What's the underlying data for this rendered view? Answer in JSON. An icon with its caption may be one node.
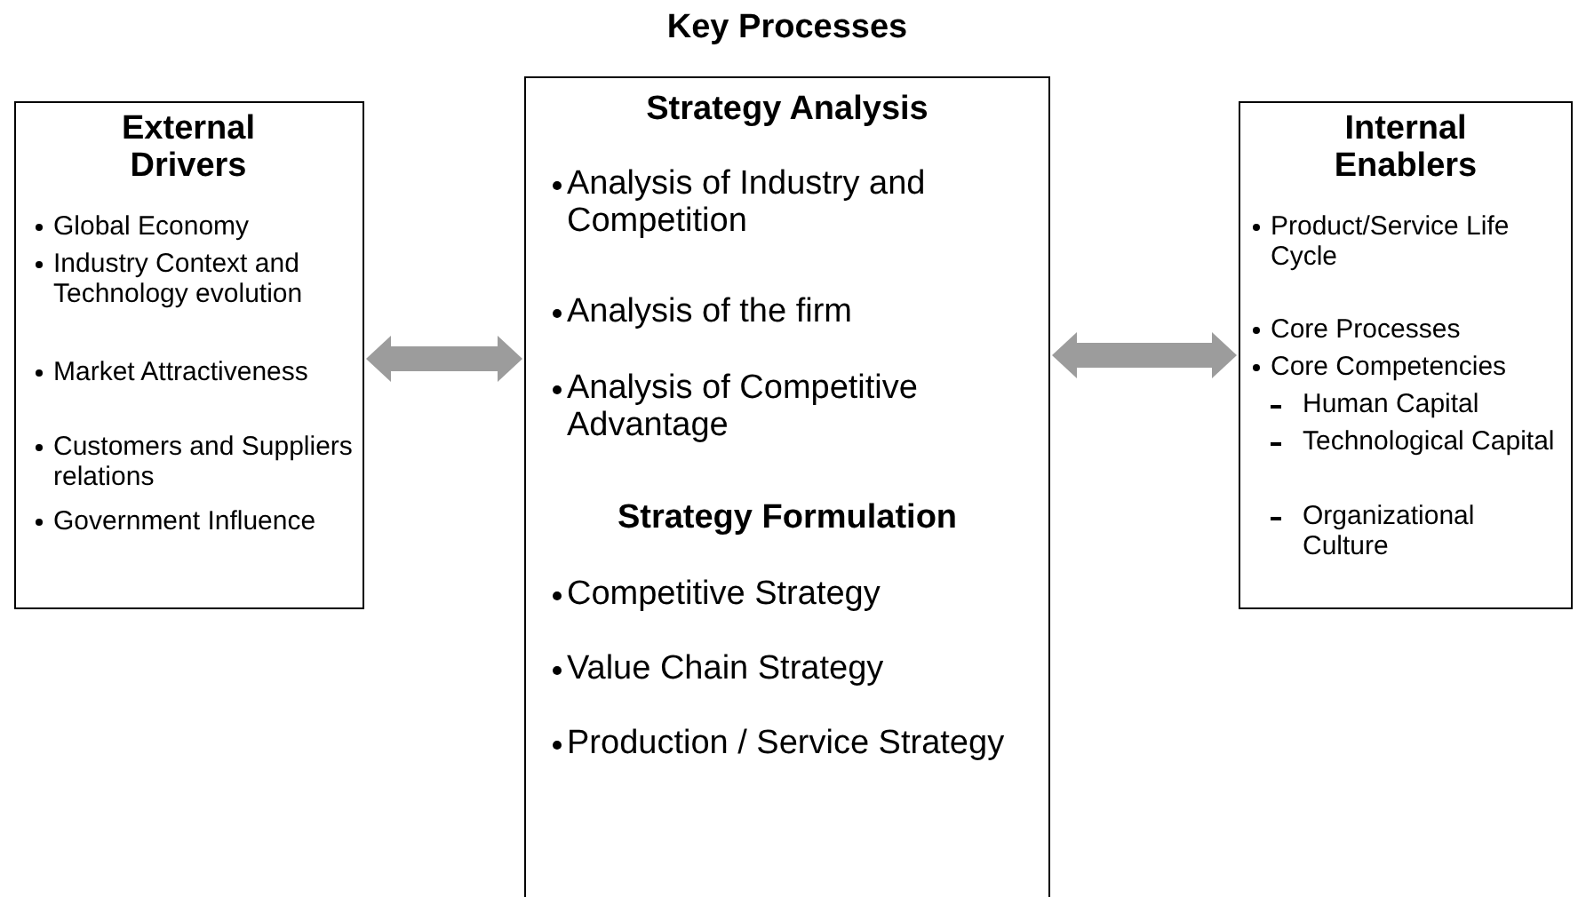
{
  "diagram": {
    "nodes": [
      {
        "text": [
          "External Drivers",
          "Global Economy",
          "Industry Context and Technology evolution",
          "Market Attractiveness",
          "Customers and Suppliers relations",
          "Government Influence"
        ]
      },
      {
        "text": [
          "Key Processes",
          "Strategy Analysis",
          "Analysis of Industry and Competition",
          "Analysis of the firm",
          "Analysis of Competitive Advantage",
          "Strategy Formulation",
          "Competitive Strategy",
          "Value Chain Strategy",
          "Production / Service Strategy"
        ]
      },
      {
        "text": [
          "Internal Enablers",
          "Product/Service Life Cycle",
          "Core Processes",
          "Core Competencies",
          "Human Capital",
          "Technological Capital",
          "Organizational Culture"
        ]
      }
    ],
    "edges": [
      {
        "from": 0,
        "to": 1,
        "arrow": "both"
      },
      {
        "from": 1,
        "to": 2,
        "arrow": "both"
      }
    ]
  }
}
